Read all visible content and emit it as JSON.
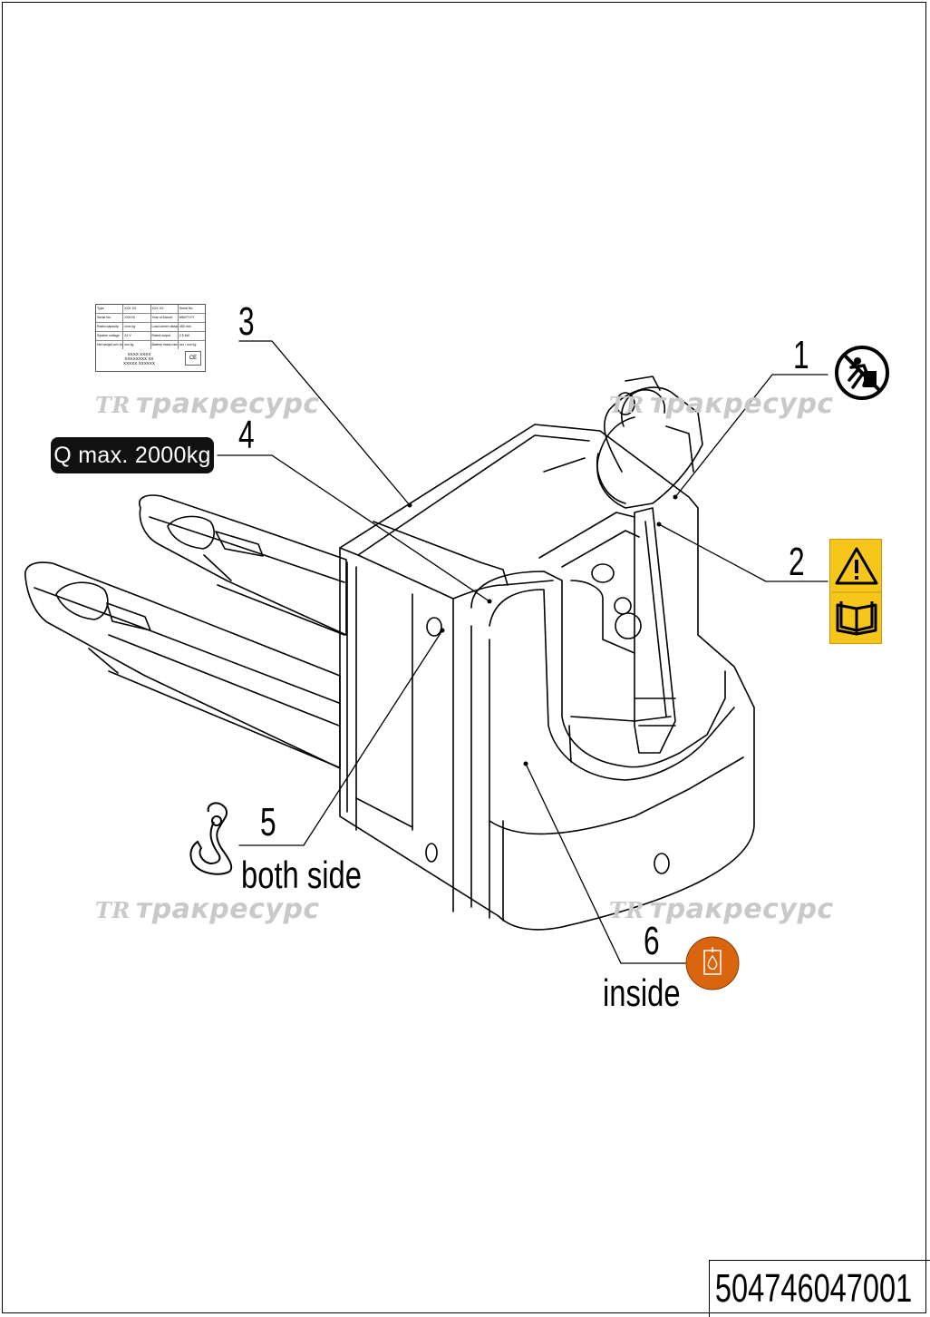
{
  "callouts": {
    "c1": "1",
    "c2": "2",
    "c3": "3",
    "c4": "4",
    "c5": "5",
    "c6": "6"
  },
  "labels": {
    "qmax": "Q max. 2000kg",
    "both_side": "both side",
    "inside": "inside"
  },
  "watermark": {
    "logo": "TR",
    "text": "тракресурс"
  },
  "part_number": "504746047001",
  "nameplate": {
    "rows": [
      [
        "Type",
        "XXX XX",
        "XXX XX",
        "Serial No"
      ],
      [
        "Serial No.",
        "XXXXX",
        "Year of Manuf.",
        "MM/YYYY"
      ],
      [
        "Rated capacity",
        "xxxx kg",
        "Load centre distance",
        "450 mm"
      ],
      [
        "System voltage",
        "24 V",
        "Rated output",
        "2.5 kW"
      ],
      [
        "Net weight w/o battery",
        "xxx kg",
        "Battery mass min/max",
        "xxx / xxx kg"
      ]
    ],
    "bottom_lines": [
      "XXXX XXXX",
      "XXXXXXXX XX",
      "XXXXX XXXXXX"
    ],
    "ce": "CE"
  },
  "icons": {
    "no_step": "no-standing-icon",
    "warning": "warning-triangle-icon",
    "manual": "read-manual-icon",
    "hook": "lifting-hook-icon",
    "oil": "hydraulic-oil-icon"
  },
  "colors": {
    "warning_yellow": "#f7c61b",
    "oil_orange": "#d9650f",
    "qmax_bg": "#111111",
    "watermark": "#c9c9c9"
  }
}
